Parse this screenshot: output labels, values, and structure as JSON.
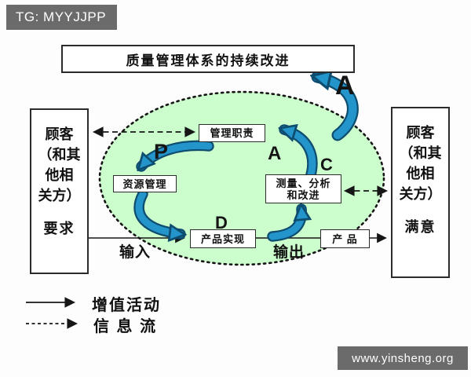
{
  "badges": {
    "top_left": "TG: MYYJJPP",
    "bottom_right": "www.yinsheng.org"
  },
  "title": "质量管理体系的持续改进",
  "left_box": {
    "line1": "顾客",
    "line2": "（和其",
    "line3": "他相",
    "line4": "关方）",
    "bottom": "要求"
  },
  "right_box": {
    "line1": "顾客",
    "line2": "（和其",
    "line3": "他相",
    "line4": "关方）",
    "bottom": "满意"
  },
  "nodes": {
    "management": "管理职责",
    "resources": "资源管理",
    "measurement_line1": "测量、分析",
    "measurement_line2": "和改进",
    "realization": "产品实现",
    "product": "产 品"
  },
  "cycle_letters": {
    "p": "P",
    "d": "D",
    "c": "C",
    "a_inner": "A",
    "a_outer": "A"
  },
  "flow_labels": {
    "input": "输入",
    "output": "输出"
  },
  "legend": {
    "solid": "增值活动",
    "dashed": "信 息 流"
  },
  "colors": {
    "ellipse_fill": "#ccfdcc",
    "arrow_blue": "#2395cb",
    "arrow_dark": "#0e4d70",
    "line_black": "#161616",
    "badge_bg": "#6b6b6b"
  }
}
